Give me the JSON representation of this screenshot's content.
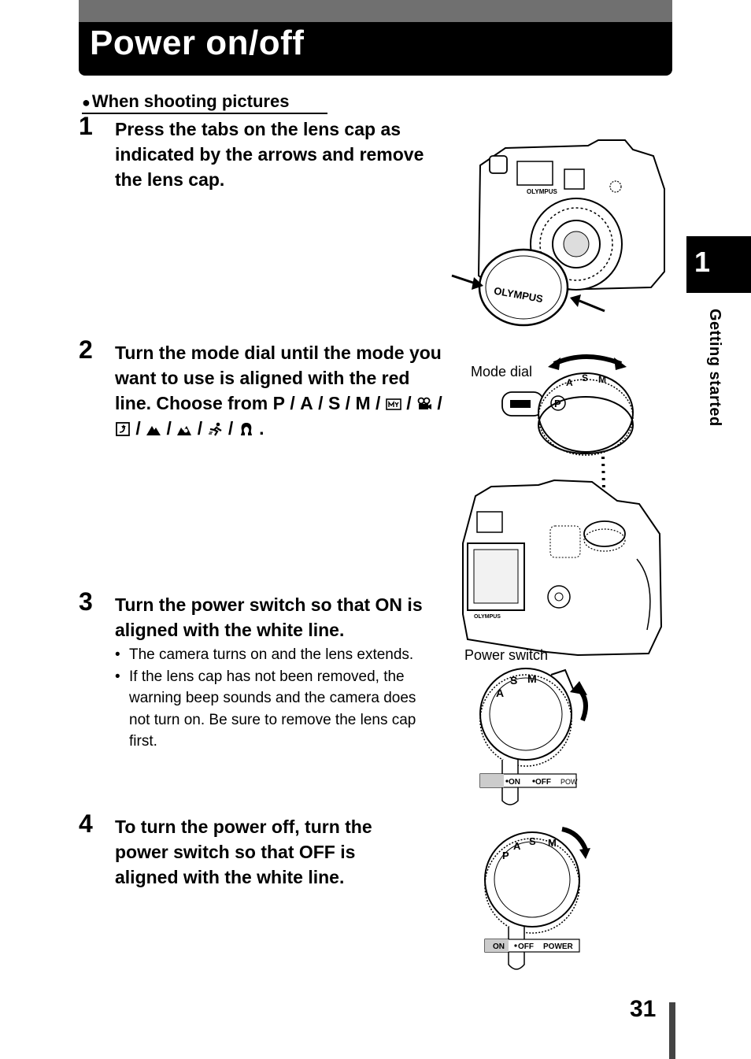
{
  "header": {
    "title": "Power on/off"
  },
  "section": {
    "heading": "When shooting pictures"
  },
  "steps": [
    {
      "num": "1",
      "text": "Press the tabs on the lens cap as indicated by the arrows and remove the lens cap."
    },
    {
      "num": "2",
      "text": "Turn the mode dial until the mode you want to use is aligned with the red line. Choose from"
    },
    {
      "num": "3",
      "text": "Turn the power switch so that ON is aligned with the white line."
    },
    {
      "num": "4",
      "text": "To turn the power off, turn the power switch so that OFF is aligned with the white line."
    }
  ],
  "modes": [
    "P",
    "A",
    "S",
    "M"
  ],
  "bullets": [
    "The camera turns on and the lens extends.",
    "If the lens cap has not been removed, the warning beep sounds and the camera does not turn on. Be sure to remove the lens cap first."
  ],
  "labels": {
    "mode_dial": "Mode dial",
    "power_switch": "Power switch"
  },
  "figure_text": {
    "brand": "OLYMPUS",
    "on": "ON",
    "off": "OFF",
    "power": "POWER",
    "pow": "POW",
    "mode_dial_letters": [
      "P",
      "A",
      "S",
      "M"
    ]
  },
  "sidebar": {
    "chapter_num": "1",
    "chapter_label": "Getting started"
  },
  "page": {
    "number": "31"
  }
}
